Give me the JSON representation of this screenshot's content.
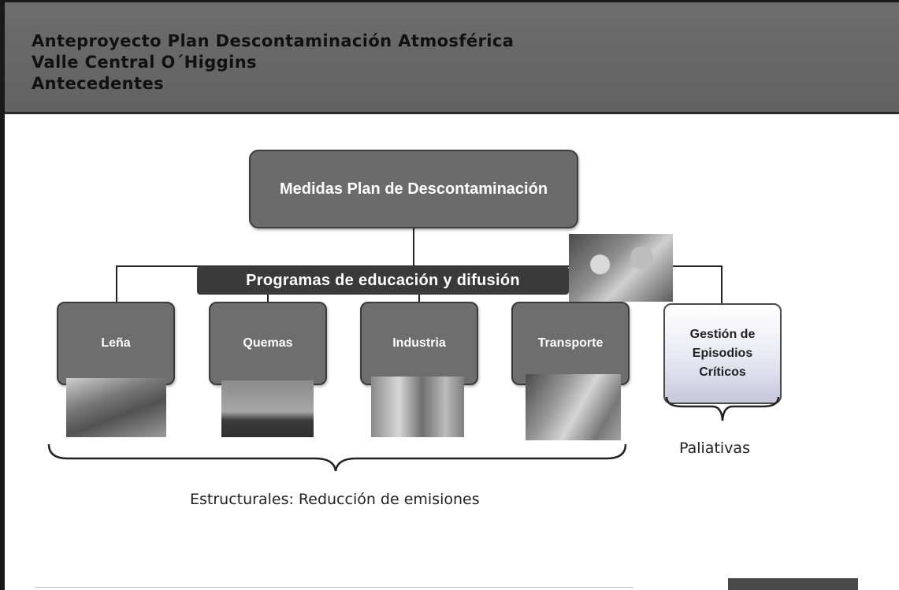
{
  "header": {
    "line1": "Anteproyecto Plan Descontaminación Atmosférica",
    "line2": "Valle Central O´Higgins",
    "line3": "Antecedentes"
  },
  "diagram": {
    "root": "Medidas Plan de Descontaminación",
    "banner": "Programas de educación y difusión",
    "categories": [
      "Leña",
      "Quemas",
      "Industria",
      "Transporte"
    ],
    "critical": "Gestión de\nEpisodios\nCríticos"
  },
  "labels": {
    "paliativas": "Paliativas",
    "estructurales": "Estructurales: Reducción de emisiones"
  }
}
